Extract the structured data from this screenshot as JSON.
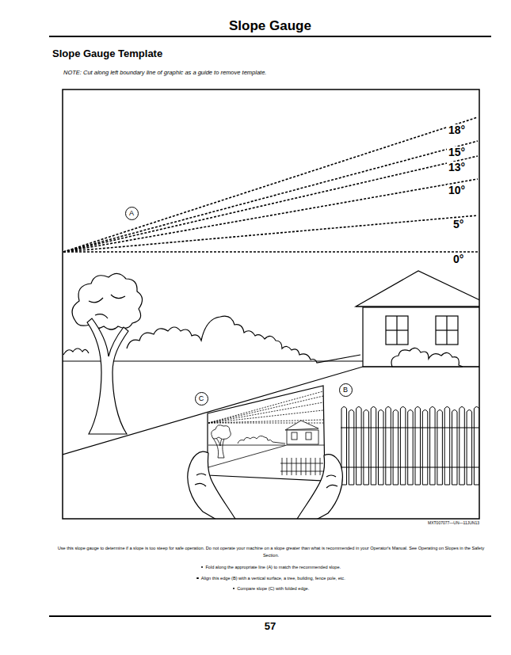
{
  "diagram": {
    "title": "Slope Gauge",
    "nodes": [
      {
        "text": [
          "A"
        ]
      },
      {
        "text": [
          "C"
        ]
      },
      {
        "text": [
          "B"
        ]
      }
    ],
    "labels": [
      "Slope Gauge Template",
      "NOTE: Cut along left boundary line of graphic as a guide to remove template.",
      "18°",
      "15°",
      "13°",
      "10°",
      "5°",
      "0°",
      "MXT007077—UN—11JUN13",
      "Use this slope gauge to determine if a slope is too steep for safe operation. Do not operate your machine on a slope greater than what is recommended in your Operator's Manual. See Operating on Slopes in the Safety Section.",
      "Fold along the appropriate line (A) to match the recommended slope.",
      "Align this edge (B) with a vertical surface, a tree, building, fence pole, etc.",
      "Compare slope (C) with folded edge.",
      "57"
    ]
  }
}
